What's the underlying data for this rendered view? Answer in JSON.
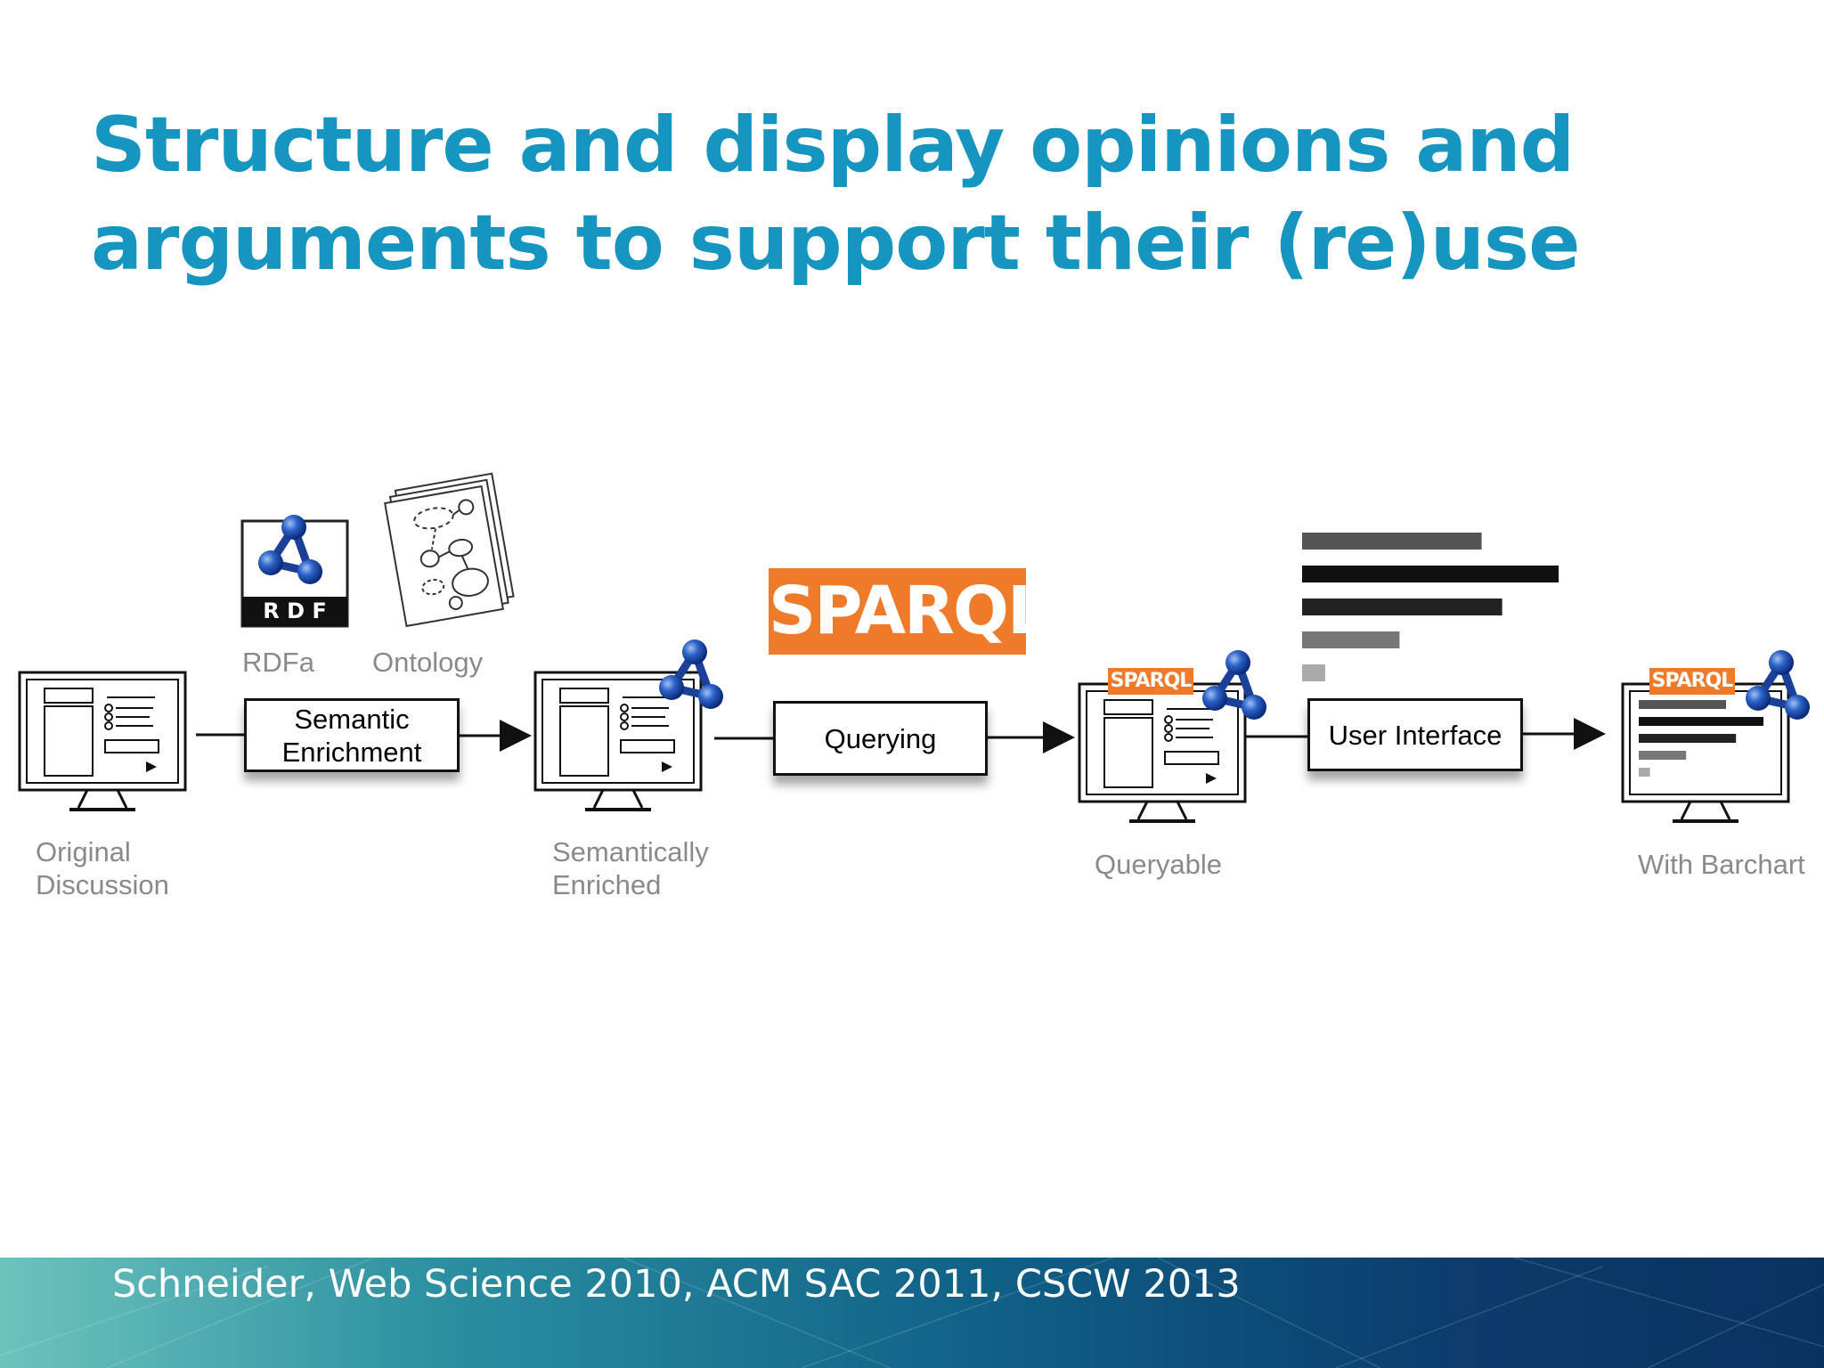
{
  "title": {
    "line1": "Structure and display opinions and",
    "line2": "arguments to support their (re)use"
  },
  "diagram": {
    "icons": {
      "rdf_logo_text": "R D F",
      "sparql_logo_text": "SPARQL"
    },
    "icon_labels": {
      "rdfa": "RDFa",
      "ontology": "Ontology"
    },
    "process_boxes": {
      "semantic_enrichment": "Semantic\nEnrichment",
      "querying": "Querying",
      "user_interface": "User Interface"
    },
    "stage_labels": {
      "original": "Original\nDiscussion",
      "semantically_enriched": "Semantically\nEnriched",
      "queryable": "Queryable",
      "with_barchart": "With Barchart"
    },
    "barchart_values": [
      0.7,
      1.0,
      0.78,
      0.38,
      0.09
    ]
  },
  "footer": {
    "citation": "Schneider, Web Science 2010, ACM SAC 2011, CSCW 2013"
  }
}
